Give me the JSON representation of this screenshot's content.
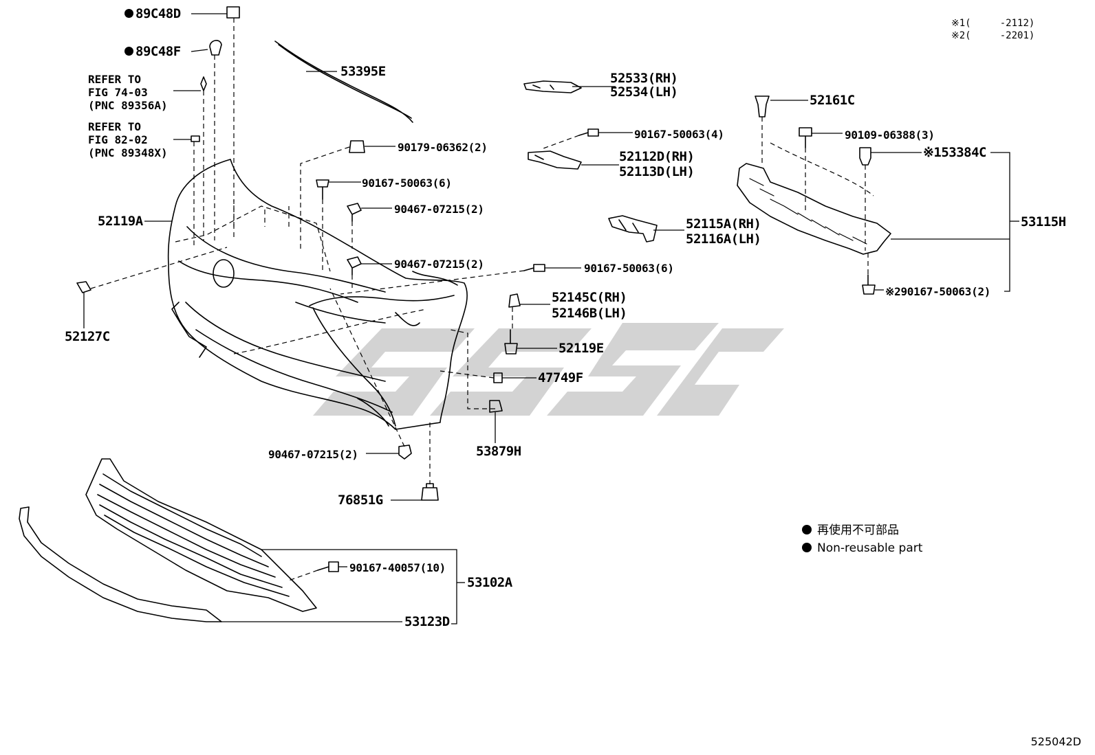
{
  "notes": {
    "note1": "※1(     -2112)",
    "note2": "※2(     -2201)"
  },
  "parts": {
    "p89c48d": "89C48D",
    "p89c48f": "89C48F",
    "p53395e": "53395E",
    "p52533": "52533(RH)",
    "p52534": "52534(LH)",
    "p52161c": "52161C",
    "p90167_4": "90167-50063",
    "p90167_4q": "(4)",
    "p90109": "90109-06388",
    "p90109q": "(3)",
    "p52112d": "52112D(RH)",
    "p52113d": "52113D(LH)",
    "p53384c": "※153384C",
    "p90179": "90179-06362",
    "p90179q": "(2)",
    "p90167_6a": "90167-50063",
    "p90167_6aq": "(6)",
    "p90467_a": "90467-07215",
    "p90467_aq": "(2)",
    "p52119a": "52119A",
    "p52115a": "52115A(RH)",
    "p52116a": "52116A(LH)",
    "p53115h": "53115H",
    "p90467_b": "90467-07215",
    "p90467_bq": "(2)",
    "p90167_6b": "90167-50063",
    "p90167_6bq": "(6)",
    "p90167_2": "※290167-50063",
    "p90167_2q": "(2)",
    "p52145c": "52145C(RH)",
    "p52146b": "52146B(LH)",
    "p52127c": "52127C",
    "p52119e": "52119E",
    "p47749f": "47749F",
    "p53879h": "53879H",
    "p90467_c": "90467-07215",
    "p90467_cq": "(2)",
    "p76851g": "76851G",
    "p90167_40057": "90167-40057",
    "p90167_40057q": "(10)",
    "p53102a": "53102A",
    "p53123d": "53123D"
  },
  "refs": {
    "ref1": "REFER TO\nFIG 74-03\n(PNC 89356A)",
    "ref2": "REFER TO\nFIG 82-02\n(PNC 89348X)"
  },
  "legend": {
    "jp": "再使用不可部品",
    "en": "Non-reusable part"
  },
  "watermark": "GSGC",
  "figure_code": "525042D"
}
